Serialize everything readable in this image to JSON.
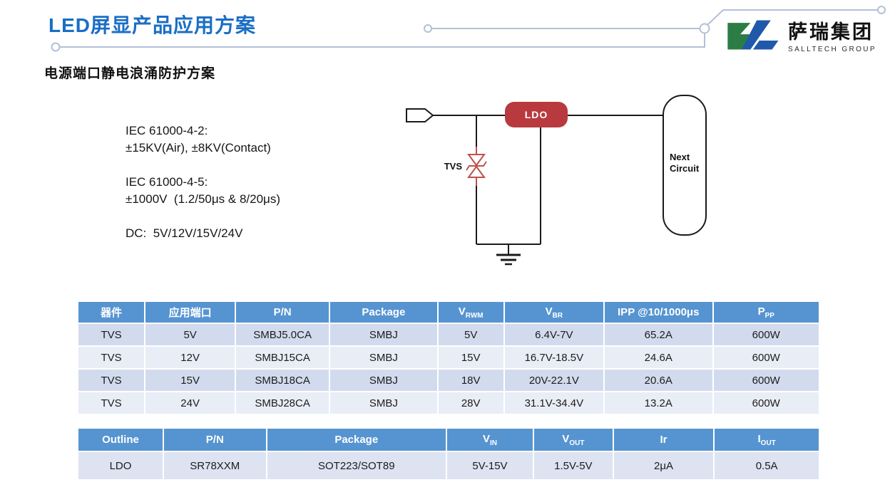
{
  "page": {
    "title": "LED屏显产品应用方案",
    "subtitle": "电源端口静电浪涌防护方案"
  },
  "logo": {
    "company_cn": "萨瑞集团",
    "company_en": "SALLTECH GROUP"
  },
  "specs": {
    "esd_title": "IEC 61000-4-2:",
    "esd_value": "±15KV(Air), ±8KV(Contact)",
    "surge_title": "IEC 61000-4-5:",
    "surge_value": "±1000V  (1.2/50μs & 8/20μs)",
    "dc_line": "DC:  5V/12V/15V/24V"
  },
  "diagram": {
    "tvs_label": "TVS",
    "ldo_label": "LDO",
    "next_circuit_line1": "Next",
    "next_circuit_line2": "Circuit"
  },
  "tables": {
    "tvs": {
      "headers": [
        {
          "main": "器件",
          "sub": ""
        },
        {
          "main": "应用端口",
          "sub": ""
        },
        {
          "main": "P/N",
          "sub": ""
        },
        {
          "main": "Package",
          "sub": ""
        },
        {
          "main": "V",
          "sub": "RWM"
        },
        {
          "main": "V",
          "sub": "BR"
        },
        {
          "main": "IPP @10/1000μs",
          "sub": ""
        },
        {
          "main": "P",
          "sub": "PP"
        }
      ],
      "rows": [
        [
          "TVS",
          "5V",
          "SMBJ5.0CA",
          "SMBJ",
          "5V",
          "6.4V-7V",
          "65.2A",
          "600W"
        ],
        [
          "TVS",
          "12V",
          "SMBJ15CA",
          "SMBJ",
          "15V",
          "16.7V-18.5V",
          "24.6A",
          "600W"
        ],
        [
          "TVS",
          "15V",
          "SMBJ18CA",
          "SMBJ",
          "18V",
          "20V-22.1V",
          "20.6A",
          "600W"
        ],
        [
          "TVS",
          "24V",
          "SMBJ28CA",
          "SMBJ",
          "28V",
          "31.1V-34.4V",
          "13.2A",
          "600W"
        ]
      ]
    },
    "ldo": {
      "headers": [
        {
          "main": "Outline",
          "sub": ""
        },
        {
          "main": "P/N",
          "sub": ""
        },
        {
          "main": "Package",
          "sub": ""
        },
        {
          "main": "V",
          "sub": "IN"
        },
        {
          "main": "V",
          "sub": "OUT"
        },
        {
          "main": "Ir",
          "sub": ""
        },
        {
          "main": "I",
          "sub": "OUT"
        }
      ],
      "rows": [
        [
          "LDO",
          "SR78XXM",
          "SOT223/SOT89",
          "5V-15V",
          "1.5V-5V",
          "2μA",
          "0.5A"
        ]
      ]
    }
  },
  "colors": {
    "title_blue": "#1a6ec5",
    "table_header_blue": "#5694d1",
    "band_dark": "#d2dbee",
    "band_light": "#e9edf6",
    "ldo_row": "#dde3f1",
    "ldo_red": "#b83a3e",
    "tvs_red": "#c0504d",
    "trace_gray_blue": "#b3c0d6",
    "logo_green": "#2b7d45",
    "logo_blue": "#2058aa"
  }
}
